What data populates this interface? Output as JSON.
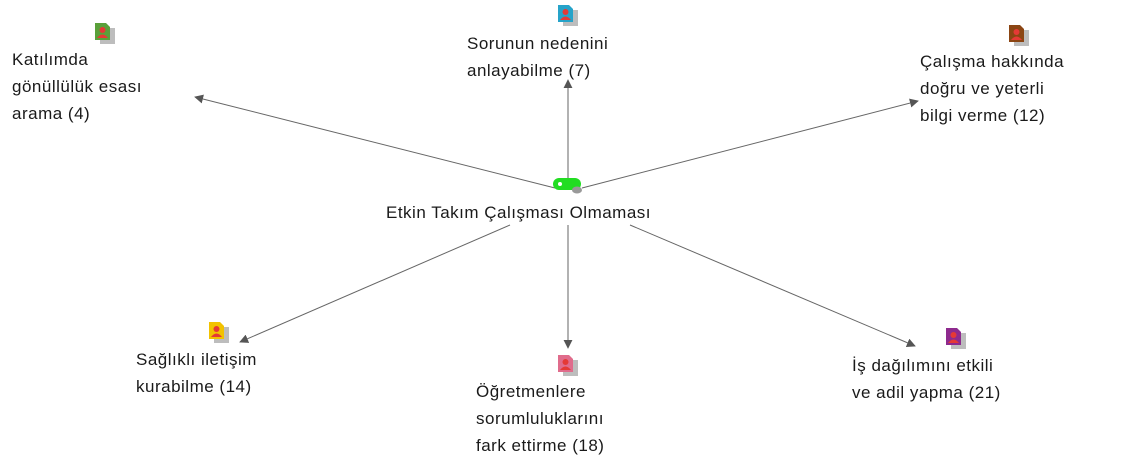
{
  "center": {
    "label": "Etkin Takım Çalışması Olmaması",
    "icon": "tag-icon",
    "color": "#22dd22"
  },
  "nodes": [
    {
      "id": "katilim",
      "lines": [
        "Katılımda",
        "gönüllülük esası",
        "arama (4)"
      ],
      "icon": "document-person-icon",
      "color": "#5aa03a"
    },
    {
      "id": "sorun",
      "lines": [
        "Sorunun nedenini",
        "anlayabilme (7)"
      ],
      "icon": "document-person-icon",
      "color": "#26a3c9"
    },
    {
      "id": "calisma",
      "lines": [
        "Çalışma hakkında",
        "doğru ve yeterli",
        "bilgi verme (12)"
      ],
      "icon": "document-person-icon",
      "color": "#8b4513"
    },
    {
      "id": "saglikli",
      "lines": [
        "Sağlıklı iletişim",
        "kurabilme (14)"
      ],
      "icon": "document-person-icon",
      "color": "#f2c200"
    },
    {
      "id": "ogretmen",
      "lines": [
        "Öğretmenlere",
        "sorumluluklarını",
        "fark ettirme (18)"
      ],
      "icon": "document-person-icon",
      "color": "#e06c8c"
    },
    {
      "id": "is",
      "lines": [
        "İş dağılımını etkili",
        "ve adil yapma (21)"
      ],
      "icon": "document-person-icon",
      "color": "#8e2a8e"
    }
  ]
}
